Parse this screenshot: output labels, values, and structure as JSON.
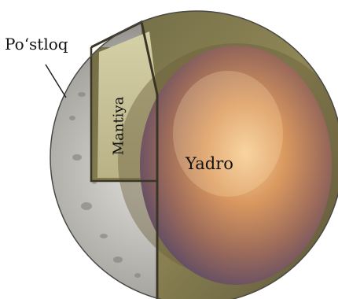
{
  "labels": {
    "crust": "Po‘stloq",
    "mantle": "Mantiya",
    "core": "Yadro"
  },
  "colors": {
    "crust": "#9c9a96",
    "mantle": "#9e9468",
    "mantle_inner": "#c9c39a",
    "core_center": "#f3c28c",
    "core_mid": "#b47750",
    "core_edge": "#6e4a5a"
  }
}
